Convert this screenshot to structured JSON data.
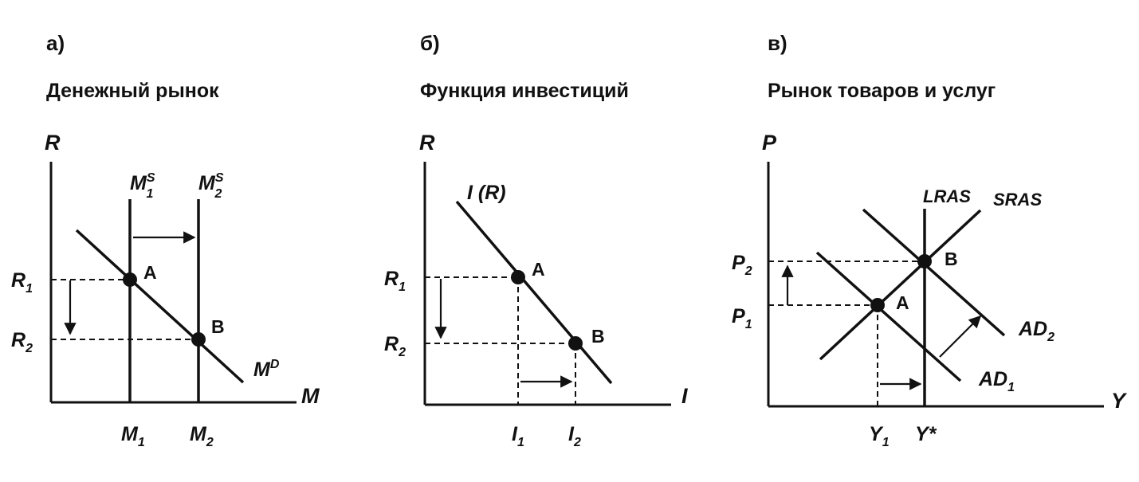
{
  "panels": {
    "a": {
      "letter": "а)",
      "title": "Денежный рынок",
      "y_axis": "R",
      "x_axis": "M",
      "ms1": {
        "base": "M",
        "sup": "S",
        "sub": "1"
      },
      "ms2": {
        "base": "M",
        "sup": "S",
        "sub": "2"
      },
      "md": {
        "base": "M",
        "sup": "D"
      },
      "r1": {
        "base": "R",
        "sub": "1"
      },
      "r2": {
        "base": "R",
        "sub": "2"
      },
      "m1": {
        "base": "M",
        "sub": "1"
      },
      "m2": {
        "base": "M",
        "sub": "2"
      },
      "point_a": "A",
      "point_b": "B"
    },
    "b": {
      "letter": "б)",
      "title": "Функция инвестиций",
      "y_axis": "R",
      "x_axis": "I",
      "curve": "I (R)",
      "r1": {
        "base": "R",
        "sub": "1"
      },
      "r2": {
        "base": "R",
        "sub": "2"
      },
      "i1": {
        "base": "I",
        "sub": "1"
      },
      "i2": {
        "base": "I",
        "sub": "2"
      },
      "point_a": "A",
      "point_b": "B"
    },
    "c": {
      "letter": "в)",
      "title": "Рынок товаров и услуг",
      "y_axis": "P",
      "x_axis": "Y",
      "lras": "LRAS",
      "sras": "SRAS",
      "ad1": {
        "base": "AD",
        "sub": "1"
      },
      "ad2": {
        "base": "AD",
        "sub": "2"
      },
      "p1": {
        "base": "P",
        "sub": "1"
      },
      "p2": {
        "base": "P",
        "sub": "2"
      },
      "y1": {
        "base": "Y",
        "sub": "1"
      },
      "ystar": "Y*",
      "point_a": "A",
      "point_b": "B"
    }
  }
}
